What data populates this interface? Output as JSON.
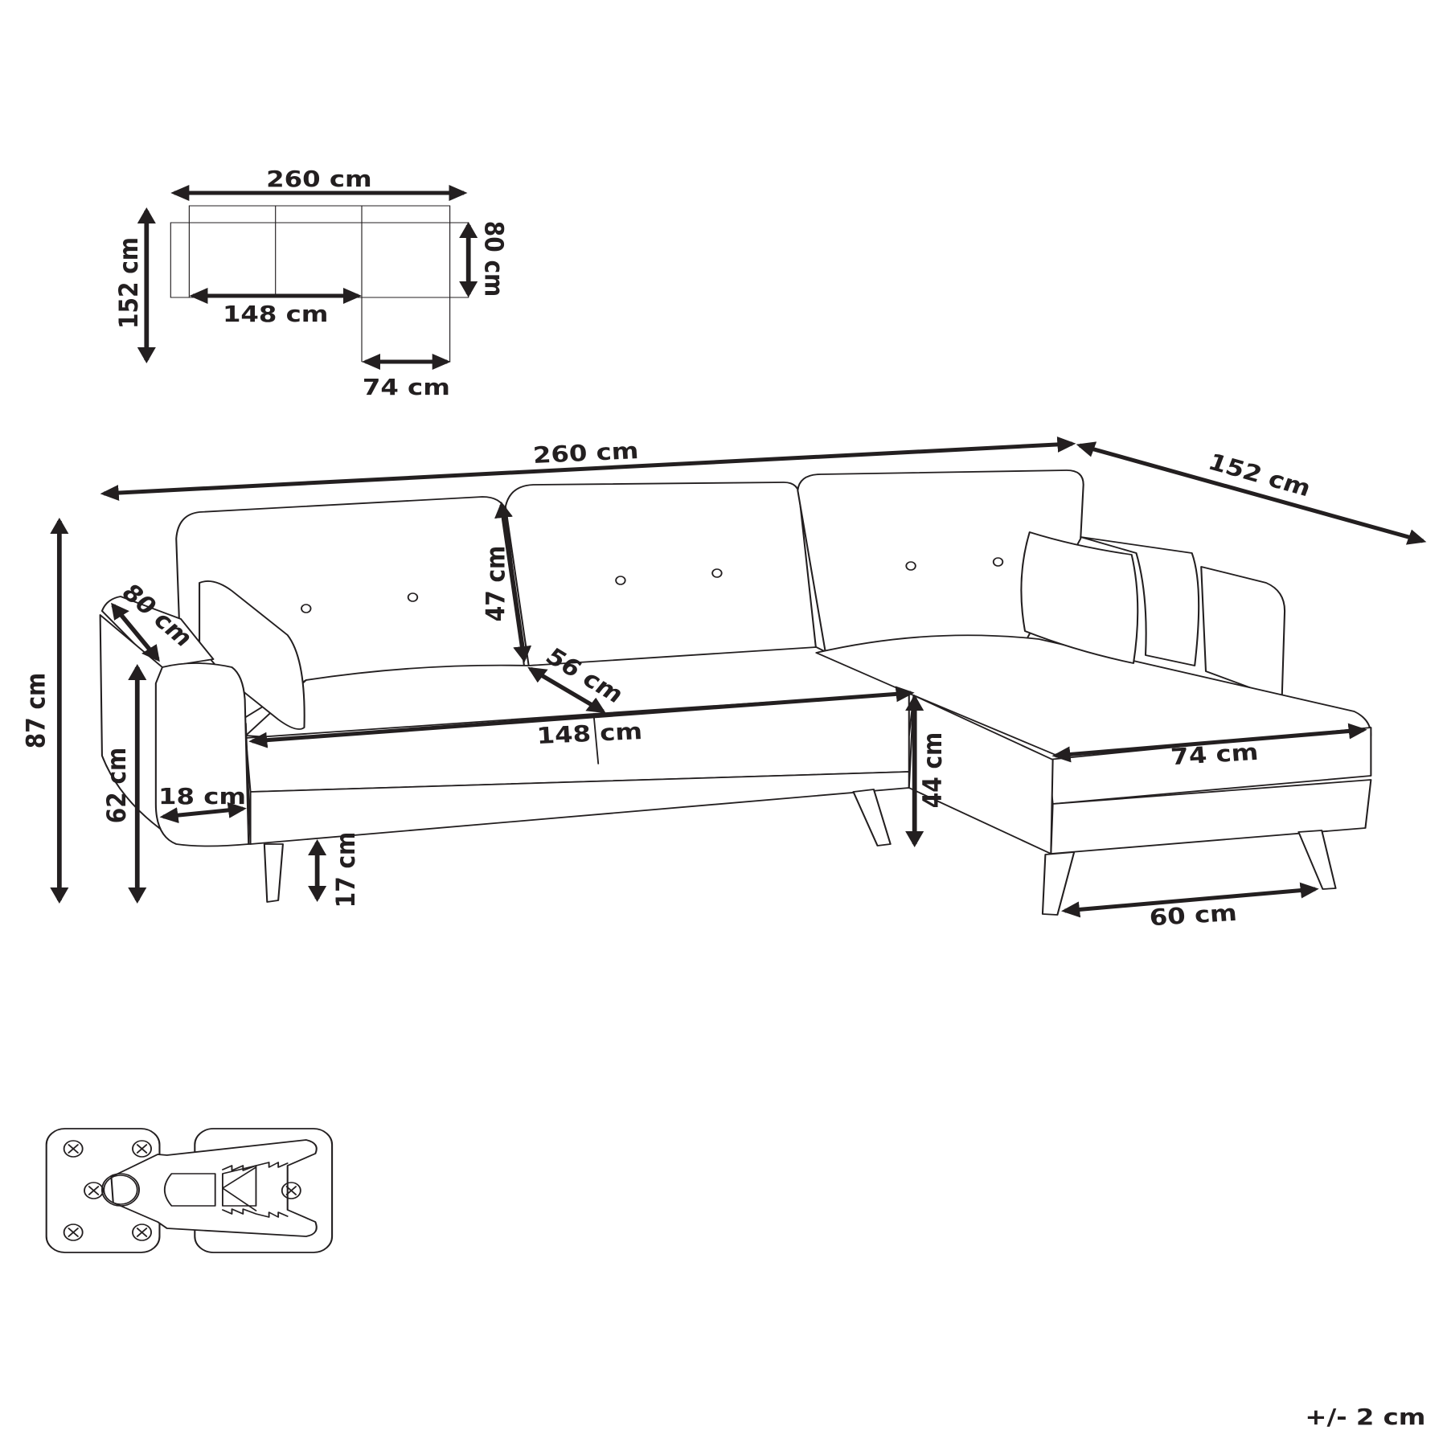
{
  "top_view": {
    "width": "260 cm",
    "depth": "152 cm",
    "seat_width": "148 cm",
    "back_depth": "80 cm",
    "chaise_width": "74 cm"
  },
  "perspective_view": {
    "total_width": "260 cm",
    "total_depth": "152 cm",
    "total_height": "87 cm",
    "armrest_depth": "80 cm",
    "backrest_height": "47 cm",
    "seat_depth": "56 cm",
    "seat_width": "148 cm",
    "seat_height": "44 cm",
    "chaise_width": "74 cm",
    "armrest_height": "62 cm",
    "armrest_width": "18 cm",
    "leg_height": "17 cm",
    "chaise_leg_spacing": "60 cm"
  },
  "tolerance": "+/- 2 cm"
}
